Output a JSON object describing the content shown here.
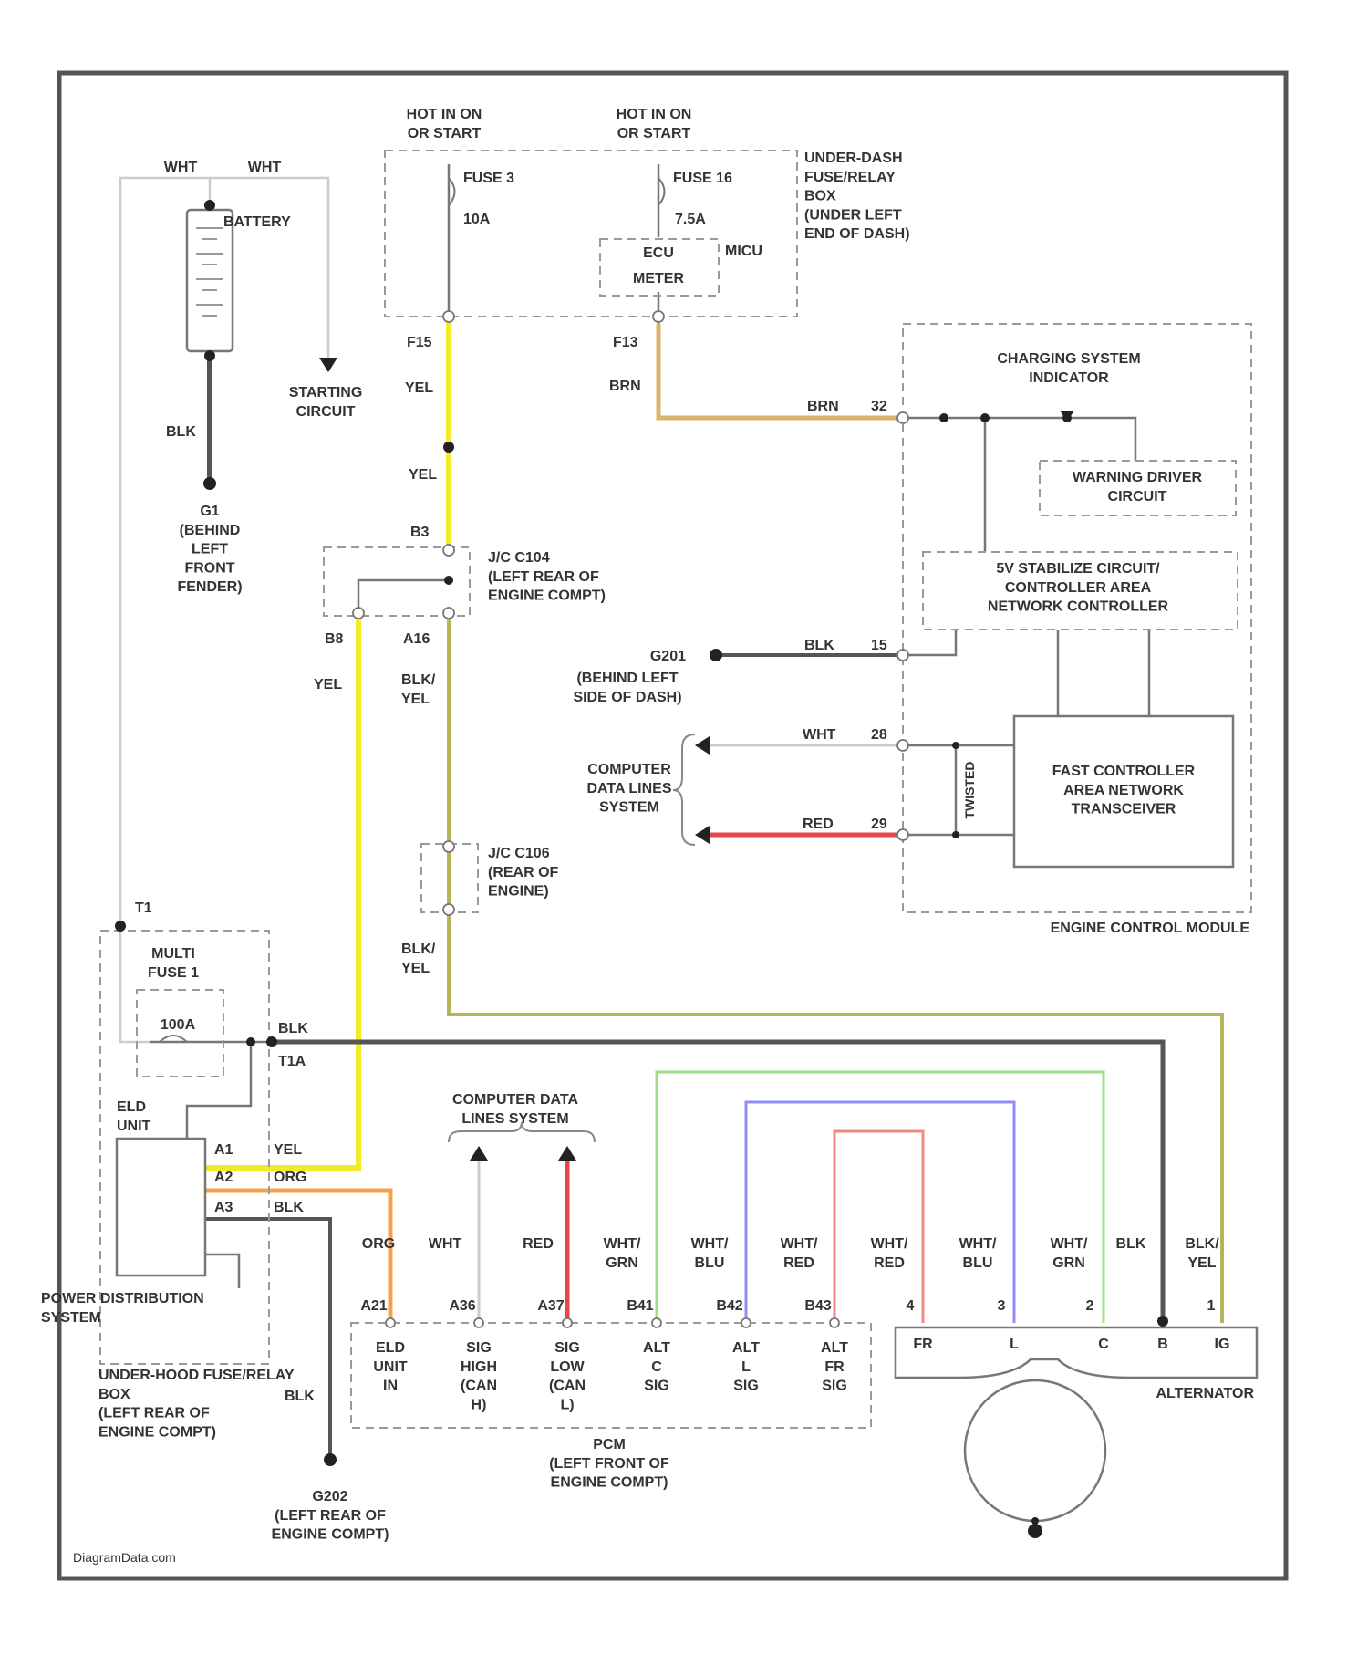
{
  "colors": {
    "yel": "#f2ea2a",
    "brn": "#d9b46a",
    "blk": "#555555",
    "wht": "#cccccc",
    "red": "#e84646",
    "org": "#f4a24a",
    "blk_yel": "#b8b45a",
    "wht_grn": "#9fdc8c",
    "wht_blu": "#8f8ff0",
    "wht_red": "#ef8a80"
  },
  "labels": {
    "hot1": [
      "HOT IN ON",
      "OR START"
    ],
    "hot2": [
      "HOT IN ON",
      "OR START"
    ],
    "battery_wht_left": "WHT",
    "battery_wht_right": "WHT",
    "battery": "BATTERY",
    "fuse3": "FUSE 3",
    "fuse3_amp": "10A",
    "fuse16": "FUSE 16",
    "fuse16_amp": "7.5A",
    "meter_code": "ECU",
    "meter_num": "MICU",
    "meter": "METER",
    "underdash_box": [
      "UNDER-DASH",
      "FUSE/RELAY",
      "BOX",
      "(UNDER LEFT",
      "END OF DASH)"
    ],
    "pin_f15": "F15",
    "pin_f13": "F13",
    "wire_yel_1": "YEL",
    "wire_yel_2": "YEL",
    "wire_brn_1": "BRN",
    "wire_brn_2": "BRN",
    "brn_pin": "32",
    "starting_circuit": [
      "STARTING",
      "CIRCUIT"
    ],
    "wire_blk_batt": "BLK",
    "g1": [
      "G1",
      "(BEHIND",
      "LEFT",
      "FRONT",
      "FENDER)"
    ],
    "charging_indicator": [
      "CHARGING SYSTEM",
      "INDICATOR"
    ],
    "warning_driver": [
      "WARNING DRIVER",
      "CIRCUIT"
    ],
    "stabilize": [
      "5V STABILIZE CIRCUIT/",
      "CONTROLLER AREA",
      "NETWORK CONTROLLER"
    ],
    "j1_pin": "B3",
    "j1": [
      "J/C C104",
      "(LEFT REAR OF",
      "ENGINE COMPT)"
    ],
    "j1_pin_b": "B8",
    "j1_pin_a": "A16",
    "wire_yel_3": "YEL",
    "wire_blk_yel_1": [
      "BLK/",
      "YEL"
    ],
    "g201": "G201",
    "g201_loc": [
      "(BEHIND LEFT",
      "SIDE OF DASH)"
    ],
    "wire_blk_15": "BLK",
    "pin_15": "15",
    "cdl_system_1": [
      "COMPUTER",
      "DATA LINES",
      "SYSTEM"
    ],
    "wire_wht_28": "WHT",
    "pin_28": "28",
    "wire_red_29": "RED",
    "pin_29": "29",
    "twisted": "TWISTED",
    "fast_can": [
      "FAST CONTROLLER",
      "AREA NETWORK",
      "TRANSCEIVER"
    ],
    "j2": [
      "J/C C106",
      "(REAR OF",
      "ENGINE)"
    ],
    "ecm": "ENGINE CONTROL MODULE",
    "wire_blk_yel_2": [
      "BLK/",
      "YEL"
    ],
    "t1": "T1",
    "multi_fuse": [
      "MULTI",
      "FUSE 1"
    ],
    "multi_fuse_amp": "100A",
    "wire_blk_top": "BLK",
    "t1a": "T1A",
    "eld_unit": [
      "ELD",
      "UNIT"
    ],
    "eld_a1": "A1",
    "eld_a2": "A2",
    "eld_a3": "A3",
    "eld_yel": "YEL",
    "eld_org": "ORG",
    "eld_blk": "BLK",
    "power_dist": [
      "POWER DISTRIBUTION",
      "SYSTEM"
    ],
    "underhood_box": [
      "UNDER-HOOD FUSE/RELAY",
      "BOX",
      "(LEFT REAR OF",
      "ENGINE COMPT)"
    ],
    "wire_blk_g": "BLK",
    "g202": [
      "G202",
      "(LEFT REAR OF",
      "ENGINE COMPT)"
    ],
    "cdl_system_2": [
      "COMPUTER DATA",
      "LINES SYSTEM"
    ],
    "pcm_wires": [
      [
        "ORG"
      ],
      [
        "WHT"
      ],
      [
        "RED"
      ],
      [
        "WHT/",
        "GRN"
      ],
      [
        "WHT/",
        "BLU"
      ],
      [
        "WHT/",
        "RED"
      ],
      [
        "WHT/",
        "RED"
      ],
      [
        "WHT/",
        "BLU"
      ],
      [
        "WHT/",
        "GRN"
      ],
      [
        "BLK"
      ],
      [
        "BLK/",
        "YEL"
      ]
    ],
    "pcm_pins": [
      "A21",
      "A36",
      "A37",
      "B41",
      "B42",
      "B43"
    ],
    "pcm_funcs": [
      [
        "ELD",
        "UNIT",
        "IN"
      ],
      [
        "SIG",
        "HIGH",
        "(CAN",
        "H)"
      ],
      [
        "SIG",
        "LOW",
        "(CAN",
        "L)"
      ],
      [
        "ALT",
        "C",
        "SIG"
      ],
      [
        "ALT",
        "L",
        "SIG"
      ],
      [
        "ALT",
        "FR",
        "SIG"
      ]
    ],
    "pcm": [
      "PCM",
      "(LEFT FRONT OF",
      "ENGINE COMPT)"
    ],
    "alt_pins": [
      "4",
      "3",
      "2",
      "1"
    ],
    "alt_terms": [
      "FR",
      "L",
      "C",
      "B",
      "IG"
    ],
    "alternator": "ALTERNATOR",
    "watermark": "DiagramData.com"
  }
}
